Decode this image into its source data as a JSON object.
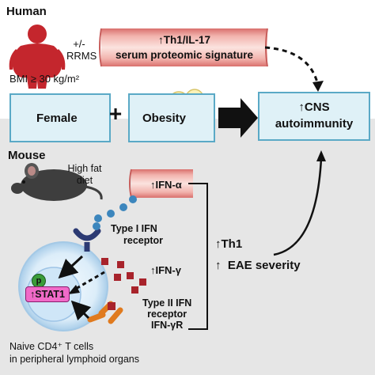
{
  "human": {
    "section_title": "Human",
    "pm_label": "+/-",
    "rrms_label": "RRMS",
    "bmi_label": "BMI ≥ 30 kg/m²",
    "serum_line1": "↑Th1/IL-17",
    "serum_line2": "serum proteomic signature"
  },
  "middle": {
    "female_label": "Female",
    "plus": "+",
    "obesity_label": "Obesity",
    "cns_line1": "↑CNS",
    "cns_line2": "autoimmunity"
  },
  "mouse": {
    "section_title": "Mouse",
    "diet_line1": "High fat",
    "diet_line2": "diet",
    "ifn_alpha": "↑IFN-α",
    "type1_line1": "Type I IFN",
    "type1_line2": "receptor",
    "ifn_gamma": "↑IFN-γ",
    "p_label": "p",
    "stat1_label": "↑STAT1",
    "type2_line1": "Type II IFN",
    "type2_line2": "receptor",
    "type2_line3": "IFN-γR",
    "th1_label": "↑Th1",
    "eae_label": "↑  EAE severity",
    "cells_line1": "Naive CD4⁺ T cells",
    "cells_line2": "in peripheral lymphoid organs"
  },
  "colors": {
    "box_fill": "#dff1f7",
    "box_border": "#5aa9c6",
    "mouse_bg": "#e6e6e6",
    "vessel": "#e58f8c",
    "ifn_alpha_dots": "#3c86bd",
    "ifn_gamma_squares": "#a8232b",
    "female_symbol": "#b5216a",
    "stat1_fill": "#f06ac8",
    "p_fill": "#3b9c3a",
    "receptor1": "#2c3a73",
    "receptor2": "#e07a1e"
  }
}
